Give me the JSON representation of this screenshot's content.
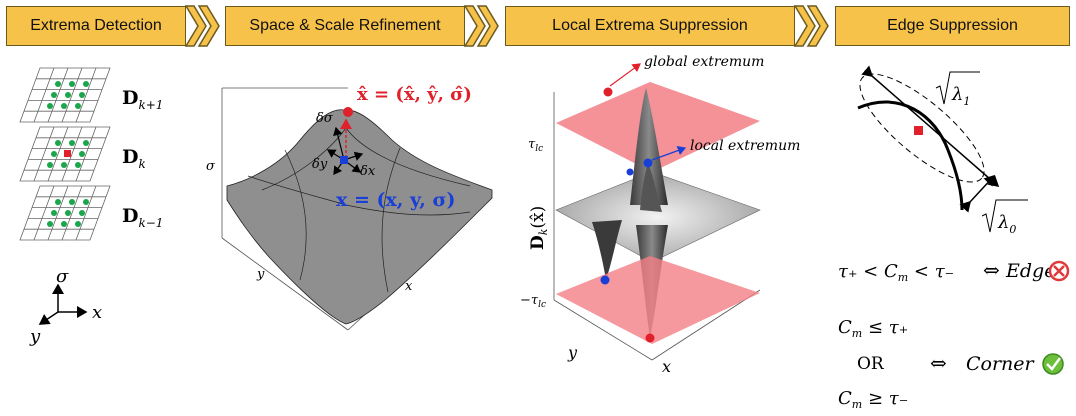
{
  "headers": {
    "step1": "Extrema Detection",
    "step2": "Space & Scale Refinement",
    "step3": "Local Extrema Suppression",
    "step4": "Edge Suppression"
  },
  "panel1": {
    "scale_upper": "D",
    "scale_upper_sub": "k+1",
    "scale_mid": "D",
    "scale_mid_sub": "k",
    "scale_lower": "D",
    "scale_lower_sub": "k−1",
    "axis_sigma": "σ",
    "axis_x": "x",
    "axis_y": "y"
  },
  "panel2": {
    "refined_label": "x̂ = (x̂, ŷ, σ̂)",
    "point_label": "x = (x, y, σ)",
    "delta_sigma": "δσ",
    "delta_y": "δy",
    "delta_x": "δx",
    "axis_sigma": "σ",
    "axis_y": "y",
    "axis_x": "x"
  },
  "panel3": {
    "global_label": "global extremum",
    "local_label": "local extremum",
    "tau_pos": "τ",
    "tau_pos_sub": "lc",
    "tau_neg": "−τ",
    "tau_neg_sub": "lc",
    "ylabel": "D",
    "ylabel_sub": "k",
    "ylabel_arg": "(x̂)",
    "axis_y": "y",
    "axis_x": "x"
  },
  "panel4": {
    "lambda1": "λ",
    "lambda1_sub": "1",
    "lambda0": "λ",
    "lambda0_sub": "0",
    "edge_condition": "τ₊ < C",
    "edge_condition_mid": "m",
    "edge_condition_end": " < τ₋",
    "iff": "⇔",
    "edge_word": "Edge",
    "corner_cond1": "C",
    "corner_cond1_sub": "m",
    "corner_cond1_end": " ≤ τ₊",
    "or_word": "OR",
    "corner_cond2": "C",
    "corner_cond2_sub": "m",
    "corner_cond2_end": " ≥ τ₋",
    "corner_word": "Corner"
  },
  "colors": {
    "header_fill": "#f7c24a",
    "extrema_green": "#1aa64a",
    "center_red": "#e0202a",
    "refined_red": "#e0202a",
    "point_blue": "#1a3fd6",
    "plane_red": "#f27f86",
    "surface_gray": "#9a9a9a",
    "reject_red": "#e03a3a",
    "accept_green": "#6bbf3a"
  }
}
